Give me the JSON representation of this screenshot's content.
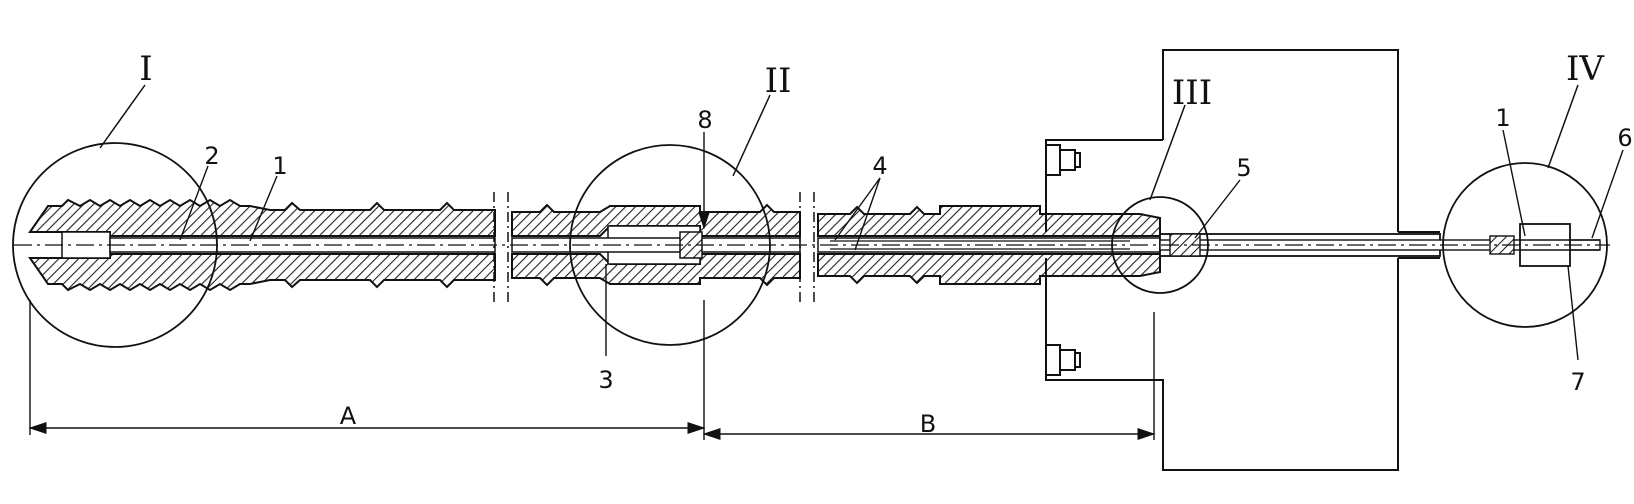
{
  "diagram": {
    "callouts": {
      "roman_1": "I",
      "roman_2": "II",
      "roman_3": "III",
      "roman_4": "IV",
      "num_1a": "1",
      "num_2": "2",
      "num_3": "3",
      "num_4": "4",
      "num_5": "5",
      "num_6": "6",
      "num_7": "7",
      "num_8": "8",
      "num_1b": "1"
    },
    "dimensions": {
      "dim_a": "A",
      "dim_b": "B"
    },
    "colors": {
      "line": "#111111",
      "hatch": "#222222",
      "background": "#ffffff"
    }
  }
}
